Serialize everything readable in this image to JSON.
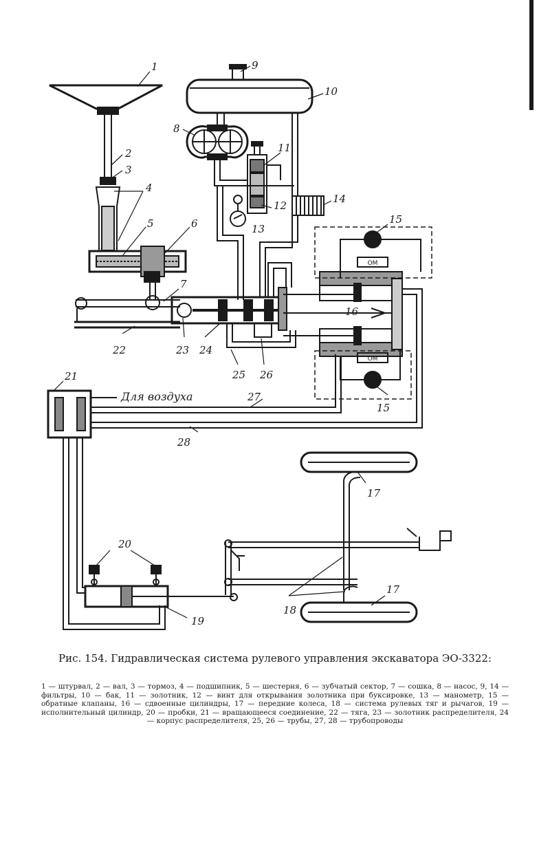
{
  "figure": {
    "title": "Рис. 154. Гидравлическая система рулевого управления экскаватора ЭО-3322:",
    "legend": "1 — штурвал, 2 — вал, 3 — тормоз, 4 — подшипник, 5 — шестерня, 6 — зубчатый сектор, 7 — сошка, 8 — насос, 9, 14 — фильтры, 10 — бак, 11 — золотник, 12 — винт для открывания золотника при буксировке, 13 — манометр, 15 — обратные клапаны, 16 — сдвоенные цилиндры, 17 — передние колеса, 18 — система рулевых тяг и рычагов, 19 — исполнительный цилиндр, 20 — пробки, 21 — вращающееся соединение, 22 — тяга, 23 — золотник распределителя, 24 — корпус распределителя, 25, 26 — трубы, 27, 28 — трубопроводы"
  },
  "diagram": {
    "air_label": "Для воздуха",
    "valve_marks": [
      "ОМ",
      "ОМ"
    ],
    "labels": {
      "n1": "1",
      "n2": "2",
      "n3": "3",
      "n4": "4",
      "n5": "5",
      "n6": "6",
      "n7": "7",
      "n8": "8",
      "n9": "9",
      "n10": "10",
      "n11": "11",
      "n12": "12",
      "n13": "13",
      "n14": "14",
      "n15a": "15",
      "n15b": "15",
      "n16": "16",
      "n17a": "17",
      "n17b": "17",
      "n18": "18",
      "n19": "19",
      "n20": "20",
      "n21": "21",
      "n22": "22",
      "n23": "23",
      "n24": "24",
      "n25": "25",
      "n26": "26",
      "n27": "27",
      "n28": "28"
    }
  }
}
